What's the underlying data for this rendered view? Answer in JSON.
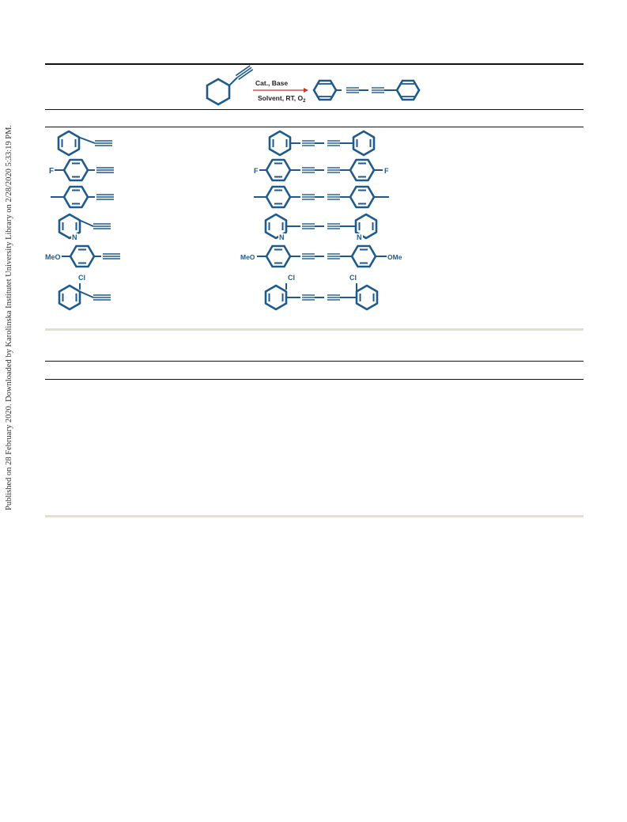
{
  "side_note": "Published on 28 February 2020. Downloaded by Karolinska Institutet University Library on 2/28/2020 5:33:19 PM.",
  "scheme": {
    "condition_top": "Cat., Base",
    "condition_bottom_prefix": "Solvent, RT, O",
    "condition_bottom_sub": "2"
  },
  "substrates": [
    {
      "left": "",
      "ortho": ""
    },
    {
      "left": "F",
      "ortho": ""
    },
    {
      "left": "",
      "ortho": ""
    },
    {
      "left": "",
      "ortho": "",
      "ring_n": "N"
    },
    {
      "left": "MeO",
      "ortho": ""
    },
    {
      "left": "",
      "ortho": "Cl"
    }
  ],
  "products": [
    {
      "left": "",
      "right": ""
    },
    {
      "left": "F",
      "right": "F"
    },
    {
      "left": "",
      "right": ""
    },
    {
      "left_n": "N",
      "right_n": "N"
    },
    {
      "left": "MeO",
      "right": "OMe"
    },
    {
      "left_ortho": "Cl",
      "right_ortho": "Cl"
    }
  ],
  "colors": {
    "structure": "#1e5a8c",
    "arrow": "#c0392b",
    "rule_beige": "#e3e0cf"
  }
}
